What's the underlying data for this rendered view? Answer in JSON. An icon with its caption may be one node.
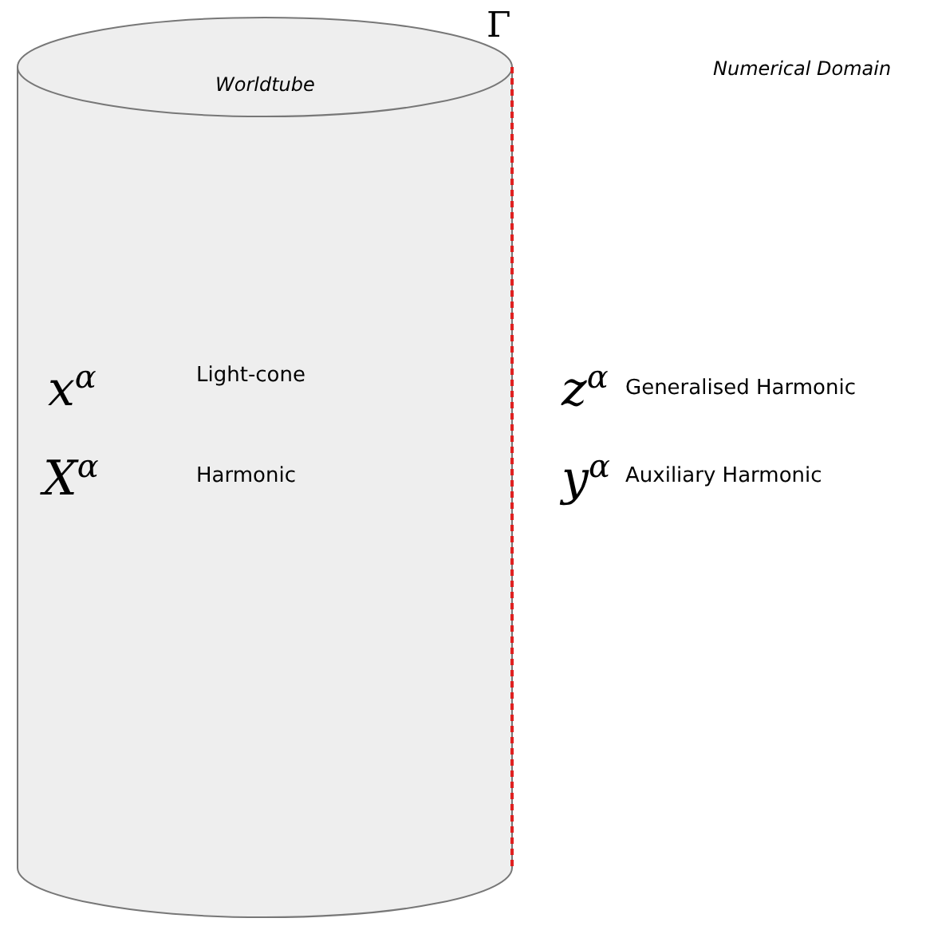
{
  "diagram": {
    "nodes": [
      {
        "text": [
          "Worldtube"
        ]
      }
    ],
    "labels": [
      "Γ",
      "Numerical Domain",
      "x$^{α}$",
      "Light-cone",
      "z$^{α}$",
      "Generalised Harmonic",
      "X$^{α}$",
      "Harmonic",
      "y$^{α}$",
      "Auxiliary Harmonic"
    ]
  }
}
